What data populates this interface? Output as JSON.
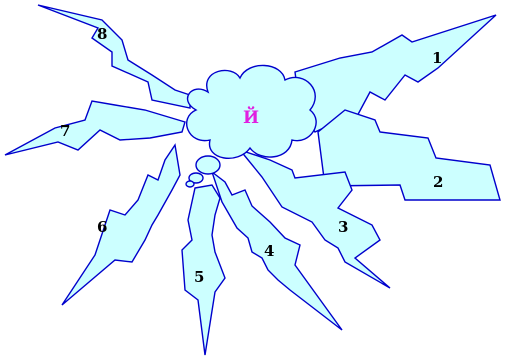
{
  "colors": {
    "fill": "#ccffff",
    "stroke": "#0000cc",
    "center_text": "#e020e0",
    "number_text": "#000000"
  },
  "center": {
    "label": "Й"
  },
  "bolts": [
    {
      "label": "1"
    },
    {
      "label": "2"
    },
    {
      "label": "3"
    },
    {
      "label": "4"
    },
    {
      "label": "5"
    },
    {
      "label": "6"
    },
    {
      "label": "7"
    },
    {
      "label": "8"
    }
  ]
}
